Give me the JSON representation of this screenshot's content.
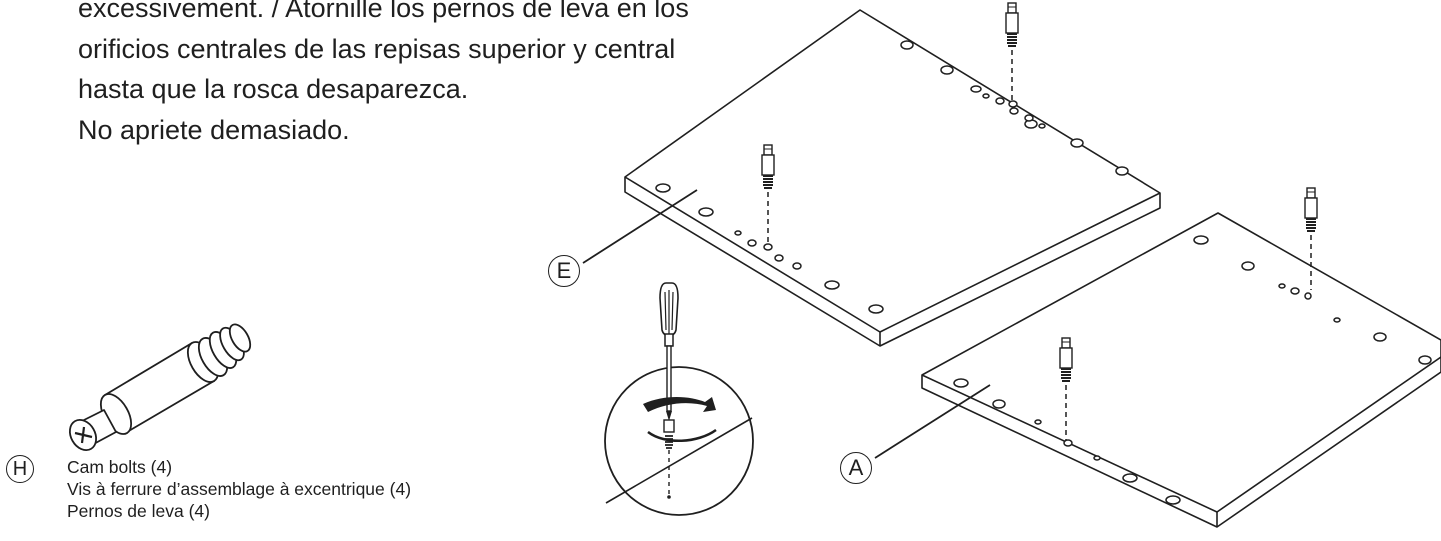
{
  "instructions": {
    "lines": [
      "excessivement. / Atornille los pernos de leva en los",
      "orificios centrales de las repisas superior y central",
      "hasta que la rosca desaparezca.",
      "No apriete demasiado."
    ]
  },
  "part": {
    "letter": "H",
    "name_en": "Cam bolts (4)",
    "name_fr": "Vis à ferrure d’assemblage à excentrique (4)",
    "name_es": "Pernos de leva (4)"
  },
  "callouts": {
    "shelf_top": "E",
    "shelf_bottom": "A"
  }
}
